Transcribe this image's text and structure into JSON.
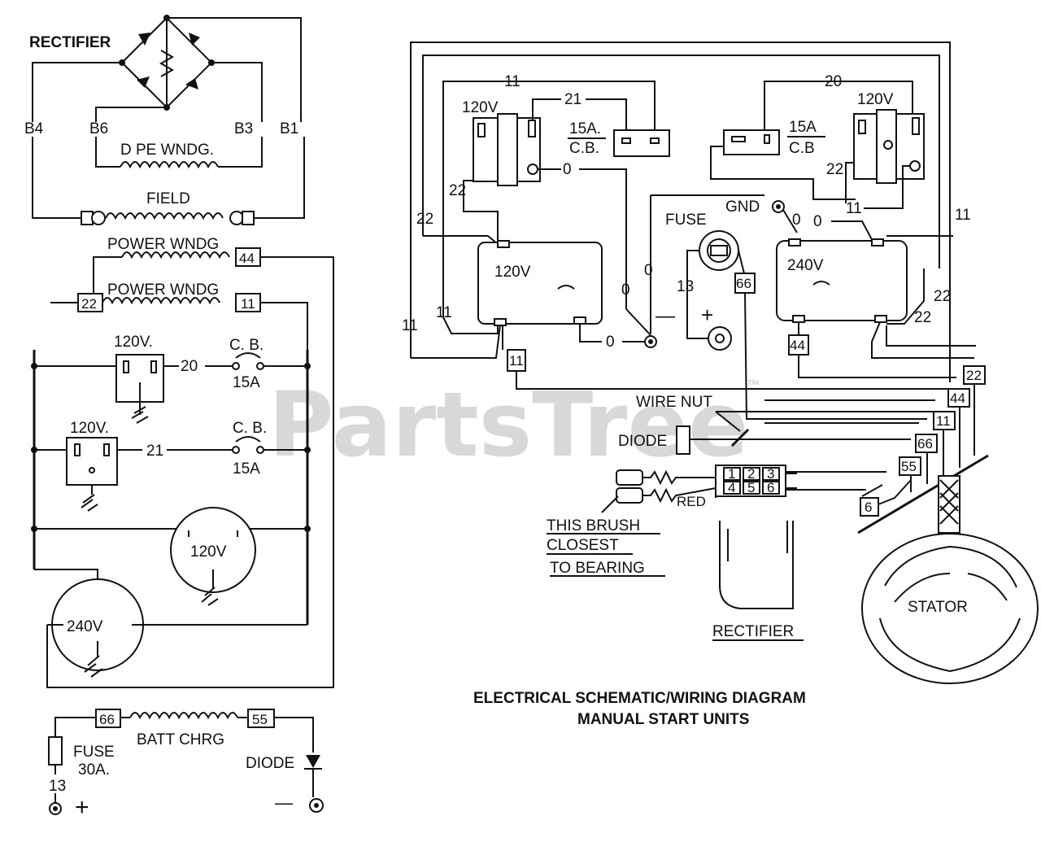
{
  "watermark": {
    "text": "PartsTree",
    "tm": "™",
    "color": "#d8d8d8"
  },
  "title": {
    "line1": "ELECTRICAL SCHEMATIC/WIRING DIAGRAM",
    "line2": "MANUAL START UNITS"
  },
  "schematic": {
    "rectifier": "RECTIFIER",
    "b4": "B4",
    "b6": "B6",
    "b3": "B3",
    "b1": "B1",
    "dpe_winding": "D PE WNDG.",
    "field": "FIELD",
    "power_winding_1": "POWER WNDG",
    "power_winding_2": "POWER WNDG",
    "term_44": "44",
    "term_22": "22",
    "term_11": "11",
    "recept1_label": "120V.",
    "recept1_wire": "20",
    "cb1": "C. B.",
    "cb1_rating": "15A",
    "recept2_label": "120V.",
    "recept2_wire": "21",
    "cb2": "C. B.",
    "cb2_rating": "15A",
    "twistlock_120": "120V",
    "twistlock_240": "240V",
    "batt_term_66": "66",
    "batt_charge": "BATT CHRG",
    "batt_term_55": "55",
    "fuse": "FUSE",
    "fuse_rating": "30A.",
    "diode": "DIODE",
    "wire_13": "13",
    "plus": "+",
    "minus": "—"
  },
  "wiring": {
    "left_recept": "120V",
    "left_wire_21": "21",
    "left_cb": "15A.",
    "left_cb2": "C.B.",
    "left_wire_11": "11",
    "left_wire_22a": "22",
    "left_wire_22b": "22",
    "left_wire_0": "0",
    "right_recept": "120V",
    "right_wire_20": "20",
    "right_cb": "15A",
    "right_cb2": "C.B",
    "right_wire_22": "22",
    "right_wire_11": "11",
    "right_wire_0": "0",
    "lower_left_recept": "120V",
    "lower_right_recept": "240V",
    "gnd": "GND",
    "fuse": "FUSE",
    "wire_13": "13",
    "plus": "+",
    "minus": "—",
    "term_66": "66",
    "term_44": "44",
    "wire_22_r1": "22",
    "wire_22_r2": "22",
    "wire_11_r": "11",
    "wire_11_l1": "11",
    "wire_11_l2": "11",
    "wire_0_a": "0",
    "wire_0_b": "0",
    "wire_0_c": "0",
    "term_11_bottom": "11",
    "stack_22": "22",
    "stack_44": "44",
    "stack_11": "11",
    "stack_66": "66",
    "stack_55": "55",
    "stack_6": "6",
    "wire_nut": "WIRE NUT",
    "diode": "DIODE",
    "block": [
      "1",
      "2",
      "3",
      "4",
      "5",
      "6"
    ],
    "red": "RED",
    "brush_note_1": "THIS BRUSH",
    "brush_note_2": "CLOSEST",
    "brush_note_3": "TO BEARING",
    "rectifier": "RECTIFIER",
    "stator": "STATOR"
  }
}
